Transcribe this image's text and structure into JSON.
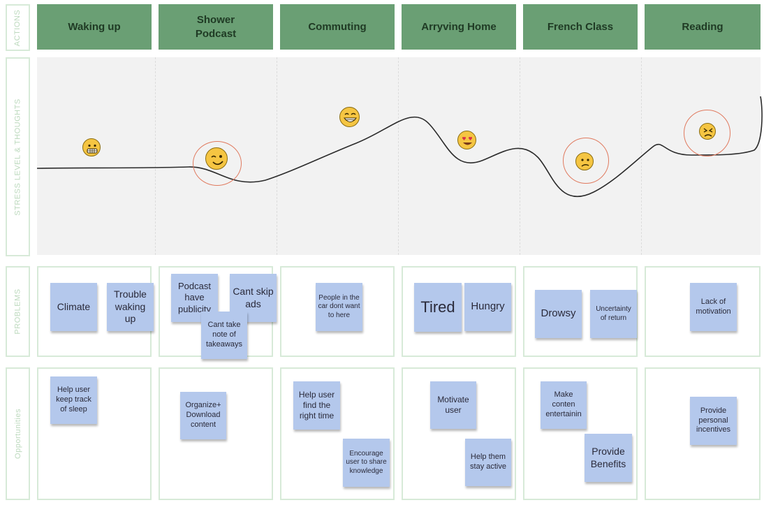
{
  "row_labels": {
    "actions": "ACTIONS",
    "stress": "STRESS LEVEL & THOUGHTS",
    "problems": "PROBLEMS",
    "opportunities": "Opportunities"
  },
  "actions": [
    "Waking up",
    "Shower\nPodcast",
    "Commuting",
    "Arryving Home",
    "French Class",
    "Reading"
  ],
  "emotions": [
    "grimacing-face",
    "winking-face",
    "grinning-face",
    "heart-eyes-face",
    "confused-face",
    "tired-face"
  ],
  "colors": {
    "action_fill": "#6a9f74",
    "sticky_note": "#b4c8ec",
    "highlight_ring": "#e07a5f",
    "cell_border": "#d7ead8"
  },
  "problems": {
    "waking_up": [
      "Climate",
      "Trouble waking up"
    ],
    "shower_podcast": [
      "Podcast have publicity",
      "Cant skip ads",
      "Cant take note of takeaways"
    ],
    "commuting": [
      "People in the car dont want to here"
    ],
    "arryving_home": [
      "Tired",
      "Hungry"
    ],
    "french_class": [
      "Drowsy",
      "Uncertainty of return"
    ],
    "reading": [
      "Lack of motivation"
    ]
  },
  "opportunities": {
    "waking_up": [
      "Help user keep track of sleep"
    ],
    "shower_podcast": [
      "Organize+ Download content"
    ],
    "commuting": [
      "Help user find the right time",
      "Encourage user to share knowledge"
    ],
    "arryving_home": [
      "Motivate user",
      "Help them stay active"
    ],
    "french_class": [
      "Make conten entertainin",
      "Provide Benefits"
    ],
    "reading": [
      "Provide personal incentives"
    ]
  }
}
